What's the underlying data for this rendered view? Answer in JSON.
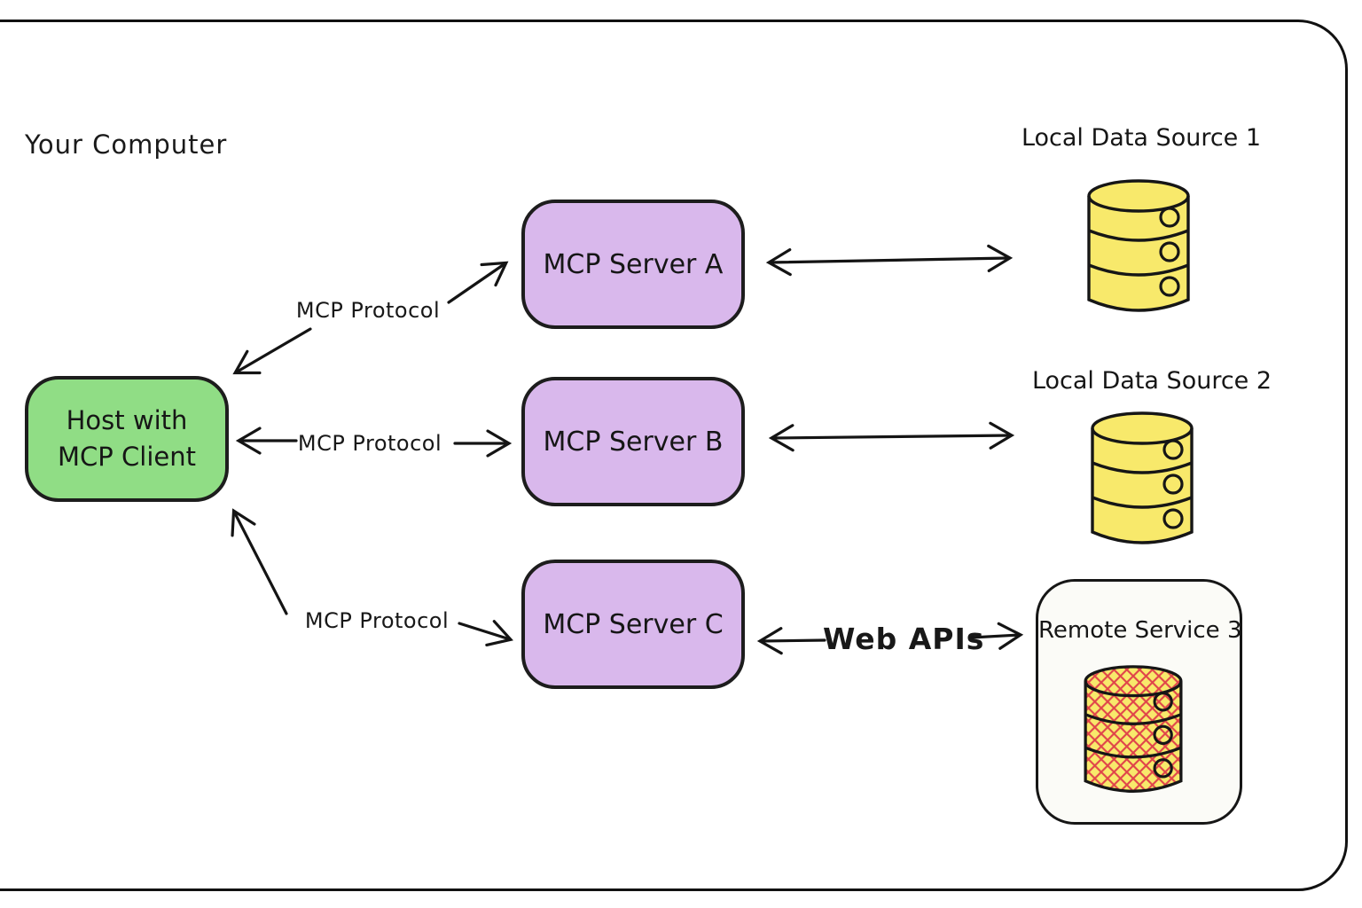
{
  "title": "Your Computer",
  "colors": {
    "host_fill": "#90dd85",
    "server_fill": "#d9b8ec",
    "database_fill": "#f8e96b",
    "hatch_stroke": "#e0444a",
    "line_stroke": "#141414",
    "remote_box_fill": "#fbfbf7"
  },
  "host": {
    "label": "Host with MCP Client"
  },
  "servers": [
    {
      "label": "MCP Server A"
    },
    {
      "label": "MCP Server B"
    },
    {
      "label": "MCP Server C"
    }
  ],
  "connections": {
    "protocol_labels": [
      "MCP Protocol",
      "MCP Protocol",
      "MCP Protocol"
    ],
    "web_apis_label": "Web APIs"
  },
  "data_sources": [
    {
      "label": "Local Data Source 1",
      "icon": "database-cylinder"
    },
    {
      "label": "Local Data Source 2",
      "icon": "database-cylinder"
    }
  ],
  "remote_service": {
    "label": "Remote Service 3",
    "icon": "database-cylinder-hatched"
  }
}
